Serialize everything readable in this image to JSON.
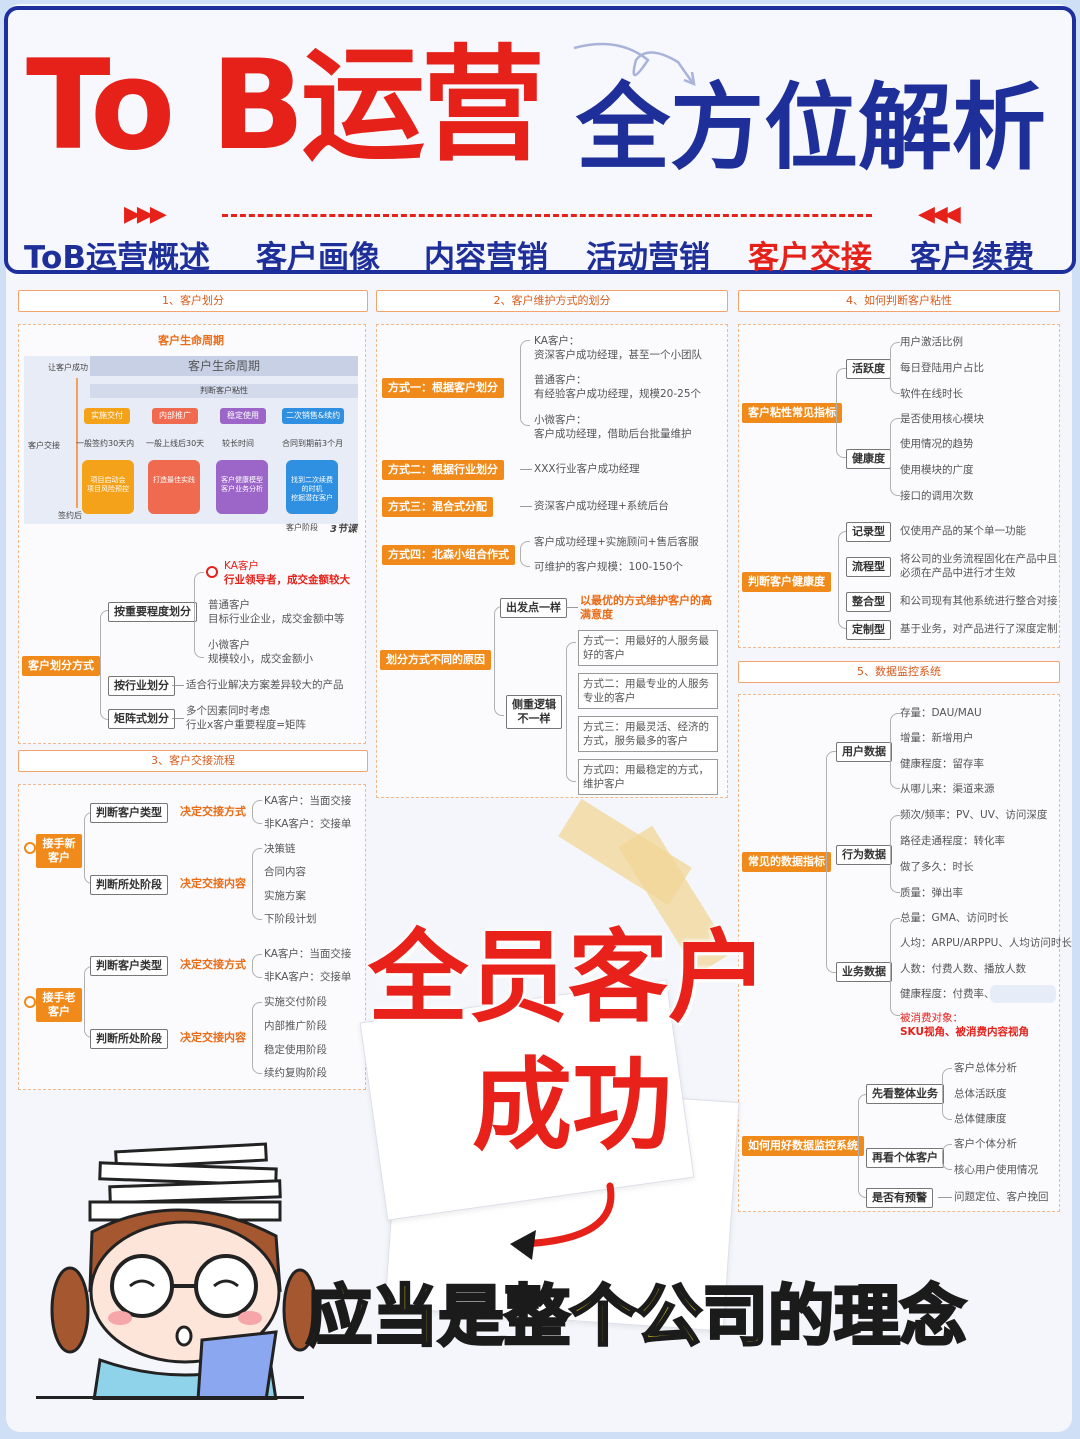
{
  "header": {
    "title_red": "To B运营",
    "title_blue": "全方位解析",
    "arrows_left": "▶▶▶",
    "arrows_right": "◀◀◀",
    "nav": [
      {
        "label": "ToB运营概述",
        "active": false
      },
      {
        "label": "客户画像",
        "active": false
      },
      {
        "label": "内容营销",
        "active": false
      },
      {
        "label": "活动营销",
        "active": false
      },
      {
        "label": "客户交接",
        "active": true
      },
      {
        "label": "客户续费",
        "active": false
      }
    ]
  },
  "colors": {
    "red": "#e5211a",
    "blue": "#1e2f99",
    "orange": "#f08a1b",
    "yellow": "#fbe21c"
  },
  "sec1": {
    "title": "1、客户划分",
    "lifecycle": {
      "caption": "客户生命周期",
      "header": "客户生命周期",
      "left_top": "让客户成功",
      "left_mid": "客户交接",
      "left_bottom": "签约后",
      "sub": "判断客户粘性",
      "stages": [
        "实施交付",
        "内部推广",
        "稳定使用",
        "二次销售&续约"
      ],
      "times": [
        "一般签约30天内",
        "一般上线后30天",
        "较长时间",
        "合同到期前3个月"
      ],
      "tiles": [
        "项目启动会\n项目风险预控",
        "打造最佳实践",
        "客户健康模型\n客户业务分析",
        "找到二次续费\n的时机\n挖掘潜在客户"
      ],
      "footer": "客户阶段",
      "logo": "3节课"
    },
    "root": "客户划分方式",
    "b1": "按重要程度划分",
    "b1_leaves": [
      "KA客户",
      "行业领导者，成交金额较大",
      "普通客户",
      "目标行业企业，成交金额中等",
      "小微客户",
      "规模较小，成交金额小"
    ],
    "b2": "按行业划分",
    "b2_leaf": "适合行业解决方案差异较大的产品",
    "b3": "矩阵式划分",
    "b3_leaves": [
      "多个因素同时考虑",
      "行业x客户重要程度=矩阵"
    ]
  },
  "sec2": {
    "title": "2、客户维护方式的划分",
    "m1": "方式一：根据客户划分",
    "m1_leaves": [
      "KA客户：",
      "资深客户成功经理，甚至一个小团队",
      "普通客户：",
      "有经验客户成功经理，规模20-25个",
      "小微客户：",
      "客户成功经理，借助后台批量维护"
    ],
    "m2": "方式二：根据行业划分",
    "m2_leaf": "XXX行业客户成功经理",
    "m3": "方式三：混合式分配",
    "m3_leaf": "资深客户成功经理+系统后台",
    "m4": "方式四：北森小组合作式",
    "m4_leaves": [
      "客户成功经理+实施顾问+售后客服",
      "可维护的客户规模：100-150个"
    ],
    "reason": "划分方式不同的原因",
    "r1": "出发点一样",
    "r1_leaf": "以最优的方式维护客户的高满意度",
    "r2": "侧重逻辑不一样",
    "r2_leaves": [
      "方式一：用最好的人服务最好的客户",
      "方式二：用最专业的人服务专业的客户",
      "方式三：用最灵活、经济的方式，服务最多的客户",
      "方式四：用最稳定的方式，维护客户"
    ]
  },
  "sec3": {
    "title": "3、客户交接流程",
    "a": "接手新客户",
    "a_b1": "判断客户类型",
    "a_b1_mid": "决定交接方式",
    "a_b1_leaves": [
      "KA客户：当面交接",
      "非KA客户：交接单"
    ],
    "a_b2": "判断所处阶段",
    "a_b2_mid": "决定交接内容",
    "a_b2_leaves": [
      "决策链",
      "合同内容",
      "实施方案",
      "下阶段计划"
    ],
    "b": "接手老客户",
    "b_b1": "判断客户类型",
    "b_b1_mid": "决定交接方式",
    "b_b1_leaves": [
      "KA客户：当面交接",
      "非KA客户：交接单"
    ],
    "b_b2": "判断所处阶段",
    "b_b2_mid": "决定交接内容",
    "b_b2_leaves": [
      "实施交付阶段",
      "内部推广阶段",
      "稳定使用阶段",
      "续约复购阶段"
    ]
  },
  "sec4": {
    "title": "4、如何判断客户粘性",
    "r1": "客户粘性常见指标",
    "r1_a": "活跃度",
    "r1_a_leaves": [
      "用户激活比例",
      "每日登陆用户占比",
      "软件在线时长"
    ],
    "r1_b": "健康度",
    "r1_b_leaves": [
      "是否使用核心模块",
      "使用情况的趋势",
      "使用模块的广度",
      "接口的调用次数"
    ],
    "r2": "判断客户健康度",
    "r2_items": [
      {
        "k": "记录型",
        "v": "仅使用产品的某个单一功能"
      },
      {
        "k": "流程型",
        "v": "将公司的业务流程固化在产品中且必须在产品中进行才生效"
      },
      {
        "k": "整合型",
        "v": "和公司现有其他系统进行整合对接"
      },
      {
        "k": "定制型",
        "v": "基于业务，对产品进行了深度定制"
      }
    ]
  },
  "sec5": {
    "title": "5、数据监控系统",
    "r1": "常见的数据指标",
    "g1": "用户数据",
    "g1_leaves": [
      "存量：DAU/MAU",
      "增量：新增用户",
      "健康程度：留存率",
      "从哪儿来：渠道来源"
    ],
    "g2": "行为数据",
    "g2_leaves": [
      "频次/频率：PV、UV、访问深度",
      "路径走通程度：转化率",
      "做了多久：时长",
      "质量：弹出率"
    ],
    "g3": "业务数据",
    "g3_leaves": [
      "总量：GMA、访问时长",
      "人均：ARPU/ARPPU、人均访问时长",
      "人数：付费人数、播放人数",
      "健康程度：付费率、",
      "被消费对象：",
      "SKU视角、被消费内容视角"
    ],
    "r2": "如何用好数据监控系统",
    "h1": "先看整体业务",
    "h1_leaves": [
      "客户总体分析",
      "总体活跃度",
      "总体健康度"
    ],
    "h2": "再看个体客户",
    "h2_leaves": [
      "客户个体分析",
      "核心用户使用情况"
    ],
    "h3": "是否有预警",
    "h3_leaf": "问题定位、客户挽回"
  },
  "overlay": {
    "line1": "全员客户",
    "line2": "成功",
    "slogan": "应当是整个公司的理念"
  }
}
